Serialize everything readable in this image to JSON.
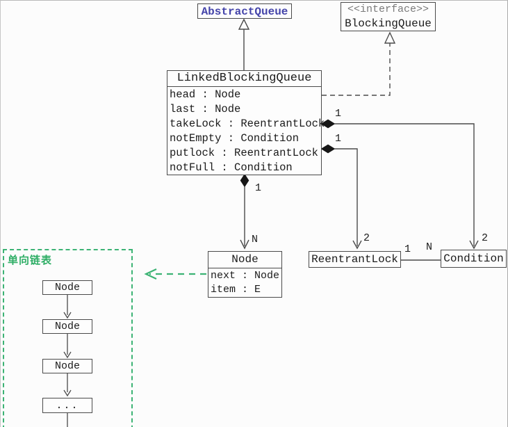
{
  "colors": {
    "class_name_blue": "#4444aa",
    "stereotype_gray": "#7a7a7a",
    "connector_dark": "#4a4a4a",
    "annotation_green": "#3cb374"
  },
  "diagram": {
    "abstract_queue": {
      "name": "AbstractQueue"
    },
    "blocking_queue": {
      "stereotype": "<<interface>>",
      "name": "BlockingQueue"
    },
    "linked_blocking_queue": {
      "name": "LinkedBlockingQueue",
      "attributes": [
        "head : Node",
        "last : Node",
        "takeLock : ReentrantLock",
        "notEmpty : Condition",
        "putlock : ReentrantLock",
        "notFull : Condition"
      ]
    },
    "node_class": {
      "name": "Node",
      "attributes": [
        "next : Node",
        "item : E"
      ]
    },
    "reentrant_lock": {
      "name": "ReentrantLock"
    },
    "condition": {
      "name": "Condition"
    },
    "multiplicities": {
      "cond_source": "1",
      "lock_source": "1",
      "node_source": "1",
      "node_target": "N",
      "lock_target": "2",
      "cond_target": "2",
      "assoc_lock_end": "1",
      "assoc_cond_end": "N"
    },
    "linked_list": {
      "label": "单向链表",
      "nodes": [
        "Node",
        "Node",
        "Node",
        "..."
      ]
    }
  }
}
